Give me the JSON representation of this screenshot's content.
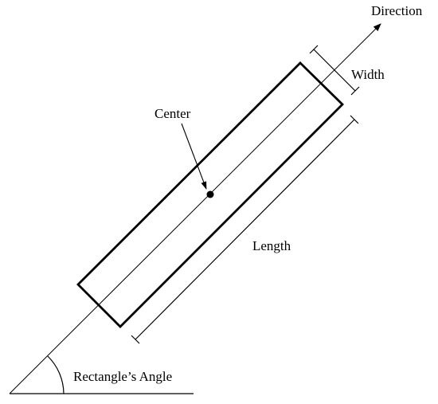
{
  "labels": {
    "direction": "Direction",
    "width": "Width",
    "center": "Center",
    "length": "Length",
    "angle": "Rectangle’s Angle"
  },
  "colors": {
    "stroke": "#000000",
    "background": "#ffffff"
  }
}
